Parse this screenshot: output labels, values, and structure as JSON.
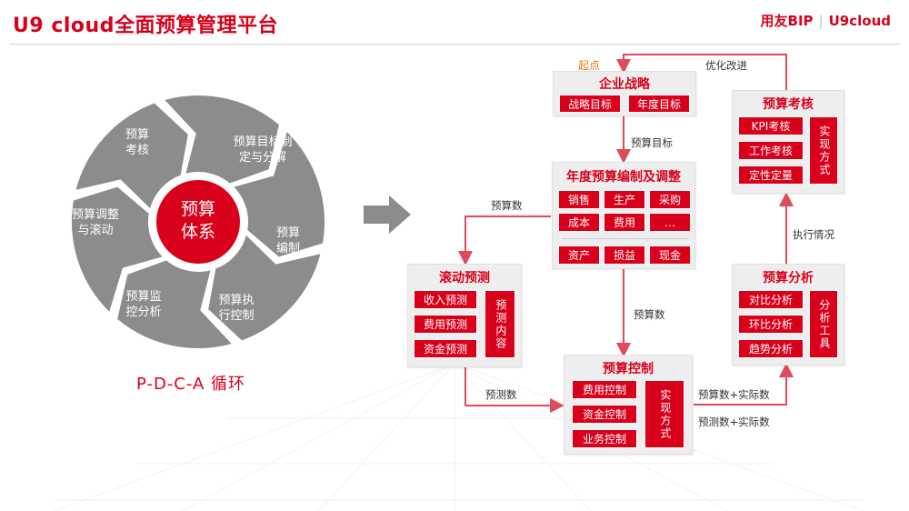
{
  "header": {
    "title": "U9 cloud全面预算管理平台",
    "brand_left": "用友BIP",
    "brand_right": "U9cloud"
  },
  "cycle": {
    "center": [
      "预算",
      "体系"
    ],
    "segments": [
      [
        "预算目标制",
        "定与分解"
      ],
      [
        "预算",
        "编制"
      ],
      [
        "预算执",
        "行控制"
      ],
      [
        "预算监",
        "控分析"
      ],
      [
        "预算调整",
        "与滚动"
      ],
      [
        "预算",
        "考核"
      ]
    ],
    "caption": "P-D-C-A 循环"
  },
  "flow": {
    "start_label": "起点",
    "strategy": {
      "title": "企业战略",
      "items": [
        "战略目标",
        "年度目标"
      ]
    },
    "annual": {
      "title": "年度预算编制及调整",
      "row1": [
        "销售",
        "生产",
        "采购"
      ],
      "row2": [
        "成本",
        "费用",
        "…"
      ],
      "row3": [
        "资产",
        "损益",
        "现金"
      ]
    },
    "rolling": {
      "title": "滚动预测",
      "items": [
        "收入预测",
        "费用预测",
        "资金预测"
      ],
      "side": "预测内容"
    },
    "control": {
      "title": "预算控制",
      "items": [
        "费用控制",
        "资金控制",
        "业务控制"
      ],
      "side": "实现方式"
    },
    "analysis": {
      "title": "预算分析",
      "items": [
        "对比分析",
        "环比分析",
        "趋势分析"
      ],
      "side": "分析工具"
    },
    "assess": {
      "title": "预算考核",
      "items": [
        "KPI考核",
        "工作考核",
        "定性定量"
      ],
      "side": "实现方式"
    },
    "labels": {
      "improve": "优化改进",
      "target": "预算目标",
      "budget_num_left": "预算数",
      "budget_num_mid": "预算数",
      "forecast_num": "预测数",
      "budget_actual": "预算数+实际数",
      "forecast_actual": "预测数+实际数",
      "exec_status": "执行情况"
    }
  },
  "colors": {
    "brand_red": "#d9001b",
    "gray_ring": "#8c8c8c",
    "panel_gray": "#eeeeee",
    "start_orange": "#e07a00"
  }
}
